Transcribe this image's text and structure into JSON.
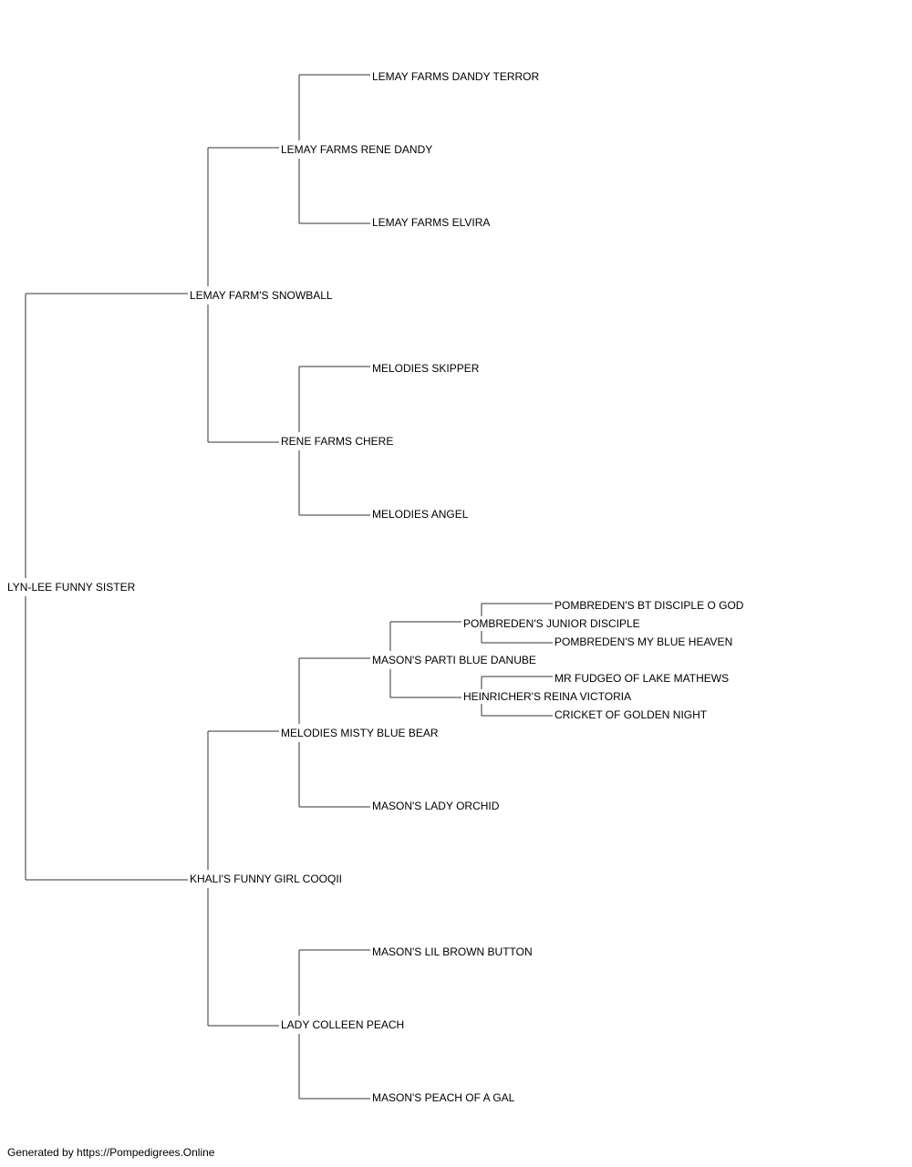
{
  "pedigree": {
    "name": "LYN-LEE FUNNY SISTER",
    "sire": {
      "name": "LEMAY FARM'S SNOWBALL",
      "sire": {
        "name": "LEMAY FARMS RENE DANDY",
        "sire": {
          "name": "LEMAY FARMS DANDY TERROR"
        },
        "dam": {
          "name": "LEMAY FARMS ELVIRA"
        }
      },
      "dam": {
        "name": "RENE FARMS CHERE",
        "sire": {
          "name": "MELODIES SKIPPER"
        },
        "dam": {
          "name": "MELODIES ANGEL"
        }
      }
    },
    "dam": {
      "name": "KHALI'S FUNNY GIRL COOQII",
      "sire": {
        "name": "MELODIES MISTY BLUE BEAR",
        "sire": {
          "name": "MASON'S PARTI BLUE DANUBE",
          "sire": {
            "name": "POMBREDEN'S JUNIOR DISCIPLE",
            "sire": {
              "name": "POMBREDEN'S BT DISCIPLE O GOD"
            },
            "dam": {
              "name": "POMBREDEN'S MY BLUE HEAVEN"
            }
          },
          "dam": {
            "name": "HEINRICHER'S REINA VICTORIA",
            "sire": {
              "name": "MR FUDGEO OF LAKE MATHEWS"
            },
            "dam": {
              "name": "CRICKET OF GOLDEN NIGHT"
            }
          }
        },
        "dam": {
          "name": "MASON'S LADY ORCHID"
        }
      },
      "dam": {
        "name": "LADY COLLEEN PEACH",
        "sire": {
          "name": "MASON'S LIL BROWN BUTTON"
        },
        "dam": {
          "name": "MASON'S PEACH OF A GAL"
        }
      }
    }
  },
  "footer": {
    "text": "Generated by https://Pompedigrees.Online"
  }
}
